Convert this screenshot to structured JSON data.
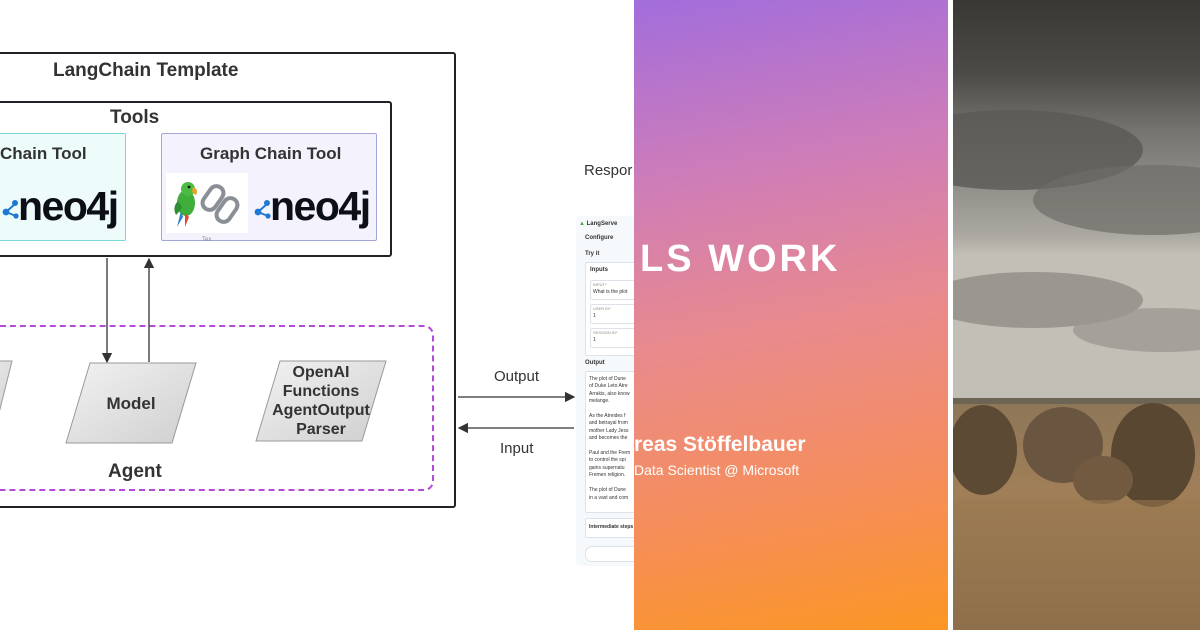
{
  "diagram": {
    "template_title": "LangChain Template",
    "tools_title": "Tools",
    "tool_left_title": "Chain Tool",
    "tool_left_logo": "neo4j",
    "tool_right_title": "Graph Chain Tool",
    "tool_right_logo": "neo4j",
    "tool_right_caption": "Tex",
    "tool_right_icons": [
      "parrot-icon",
      "chain-link-icon"
    ],
    "agent_title": "Agent",
    "model_label": "Model",
    "parser_label": "OpenAI\nFunctions\nAgentOutput\nParser",
    "output_label": "Output",
    "input_label": "Input",
    "response_label": "Respor"
  },
  "langserve": {
    "title": "LangServe",
    "configure": "Configure",
    "try_it": "Try it",
    "inputs": "Inputs",
    "input_label": "INPUT*",
    "input_value": "What is the plot",
    "user_label": "USER ID*",
    "user_value": "1",
    "session_label": "SESSION ID*",
    "session_value": "1",
    "output_heading": "Output",
    "output_lines": [
      "The plot of Dune",
      "of Duke Leto Atre",
      "Arrakis, also know",
      "melange.",
      "As the Atreides f",
      "and betrayal from",
      "mother Lady Jess",
      "and becomes the",
      "Paul and the Frem",
      "to control the spi",
      "gains supernatu",
      "Fremen religion.",
      "The plot of Dune",
      "in a vast and com"
    ],
    "intermediate": "Intermediate steps"
  },
  "cover": {
    "title": "LS WORK",
    "author": "reas Stöffelbauer",
    "role": "Data Scientist @ Microsoft",
    "colors": [
      "#a26ddc",
      "#e98a8c",
      "#fb9624"
    ]
  },
  "photo": {
    "subject": "",
    "colors": [
      "#3f3d3a",
      "#8a8a85",
      "#b08a5c"
    ]
  }
}
